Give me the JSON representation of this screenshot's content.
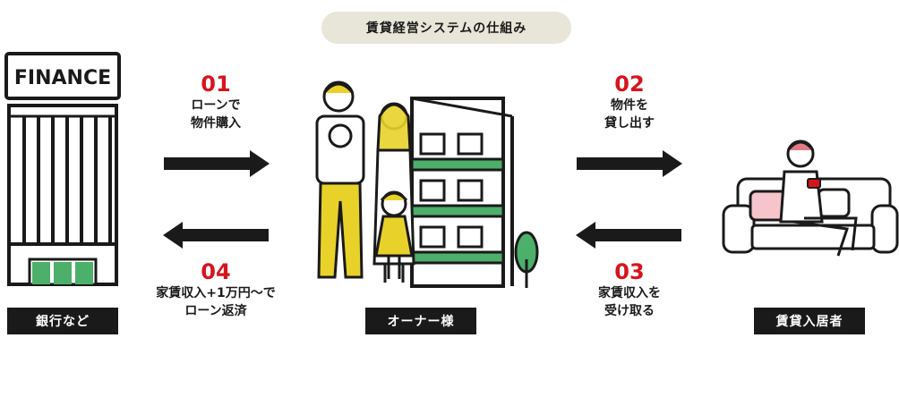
{
  "title": "賃貸経営システムの仕組み",
  "bank": {
    "sign": "FINANCE",
    "label": "銀行など"
  },
  "owner": {
    "label": "オーナー様"
  },
  "tenant": {
    "label": "賃貸入居者"
  },
  "steps": [
    {
      "number": "01",
      "line1": "ローンで",
      "line2": "物件購入"
    },
    {
      "number": "02",
      "line1": "物件を",
      "line2": "貸し出す"
    },
    {
      "number": "03",
      "line1": "家賃収入を",
      "line2": "受け取る"
    },
    {
      "number": "04",
      "line1": "家賃収入+1万円～で",
      "line2": "ローン返済"
    }
  ],
  "colors": {
    "accent": "#d7141c",
    "green": "#4caf6a",
    "yellow": "#e8d22a",
    "dark": "#1a1a1a",
    "pill": "#e8e6d8"
  }
}
